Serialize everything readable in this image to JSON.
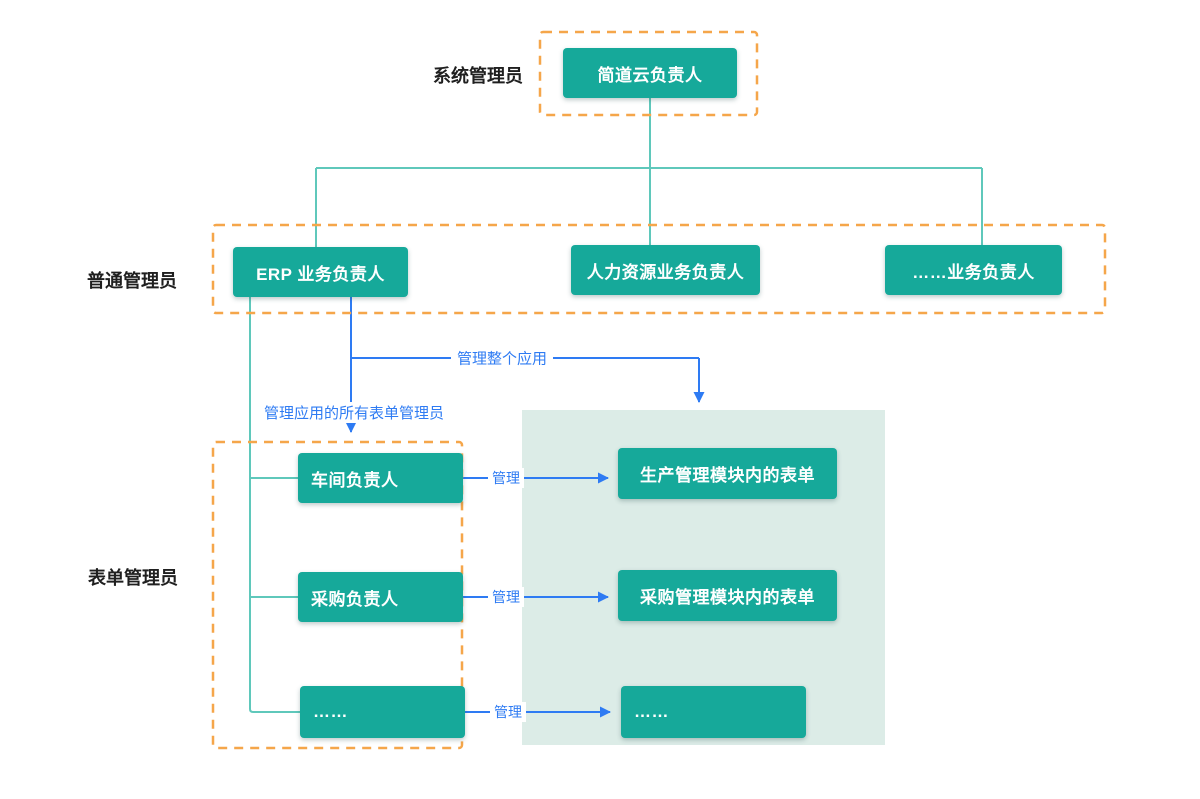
{
  "diagram": {
    "side_labels": {
      "system_admin": "系统管理员",
      "normal_admin": "普通管理员",
      "form_admin": "表单管理员"
    },
    "nodes": {
      "jdy_owner": "简道云负责人",
      "erp_owner": "ERP 业务负责人",
      "hr_owner": "人力资源业务负责人",
      "other_owner": "……业务负责人",
      "workshop_owner": "车间负责人",
      "purchase_owner": "采购负责人",
      "more_owner": "……",
      "prod_module_forms": "生产管理模块内的表单",
      "purchase_module_forms": "采购管理模块内的表单",
      "more_forms": "……"
    },
    "edge_labels": {
      "manage_whole_app": "管理整个应用",
      "manage_all_form_admins": "管理应用的所有表单管理员",
      "manage_1": "管理",
      "manage_2": "管理",
      "manage_3": "管理"
    },
    "colors": {
      "node_fill": "#16A99A",
      "connector_teal": "#5FC8BB",
      "connector_blue": "#2E7BF3",
      "dashed_border_orange": "#F5A64A",
      "panel_fill": "#DCECE7",
      "side_label_text": "#1F1F1F"
    }
  }
}
